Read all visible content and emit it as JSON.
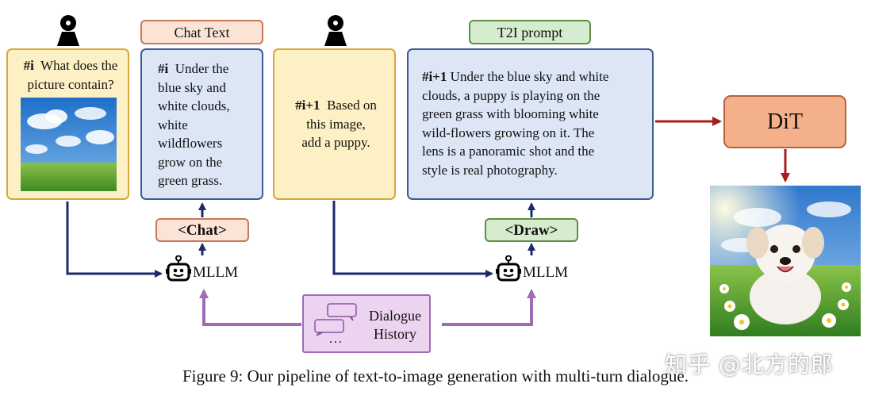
{
  "nodes": {
    "user_query_1": {
      "id": "#i",
      "text_line1": "What does the",
      "text_line2": "picture contain?"
    },
    "chat_text_tag": "Chat Text",
    "chat_response": {
      "id": "#i",
      "lines": [
        "Under the",
        "blue sky and",
        "white clouds,",
        "white",
        "wildflowers",
        "grow on the",
        "green grass."
      ]
    },
    "user_query_2": {
      "id": "#i+1",
      "lines": [
        "Based on",
        "this image,",
        "add a puppy."
      ]
    },
    "t2i_tag": "T2I prompt",
    "t2i_prompt": {
      "id": "#i+1",
      "lines": [
        "Under the blue sky and white",
        "clouds, a puppy is playing on the",
        "green grass with blooming white",
        "wild-flowers growing on it. The",
        "lens is a panoramic shot and the",
        "style is real photography."
      ]
    },
    "chat_token": "<Chat>",
    "draw_token": "<Draw>",
    "mllm_label": "MLLM",
    "dialogue_history": [
      "Dialogue",
      "History"
    ],
    "dialogue_dots": "...",
    "dit_label": "DiT"
  },
  "caption": "Figure 9: Our pipeline of text-to-image generation with multi-turn dialogue.",
  "watermark": "知乎 @北方的郎",
  "colors": {
    "yellow_fill": "#fdf0c4",
    "yellow_border": "#d6a83a",
    "blue_fill": "#dde6f5",
    "blue_border": "#3b5b99",
    "chat_tag_fill": "#fbe3d6",
    "t2i_tag_fill": "#d6ecce",
    "dit_fill": "#f3b08b",
    "history_fill": "#ecd3ef",
    "navy_arrow": "#1b2a6b",
    "purple_arrow": "#a06bb5",
    "red_arrow": "#a81c1c"
  }
}
